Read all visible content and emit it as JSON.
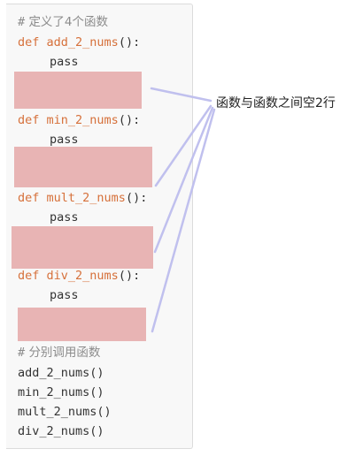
{
  "code": {
    "comment1_hash": "#",
    "comment1_text": "定义了4个函数",
    "functions": [
      {
        "keyword": "def",
        "name": "add_2_nums",
        "parens": "():",
        "body": "pass"
      },
      {
        "keyword": "def",
        "name": "min_2_nums",
        "parens": "():",
        "body": "pass"
      },
      {
        "keyword": "def",
        "name": "mult_2_nums",
        "parens": "():",
        "body": "pass"
      },
      {
        "keyword": "def",
        "name": "div_2_nums",
        "parens": "():",
        "body": "pass"
      }
    ],
    "comment2_hash": "#",
    "comment2_text": "分别调用函数",
    "calls": [
      "add_2_nums()",
      "min_2_nums()",
      "mult_2_nums()",
      "div_2_nums()"
    ]
  },
  "annotation": {
    "text": "函数与函数之间空2行"
  },
  "colors": {
    "keyword": "#d6703a",
    "comment": "#8c8c8c",
    "blank_highlight": "#e8b4b4",
    "connector": "#c0c0ee"
  }
}
